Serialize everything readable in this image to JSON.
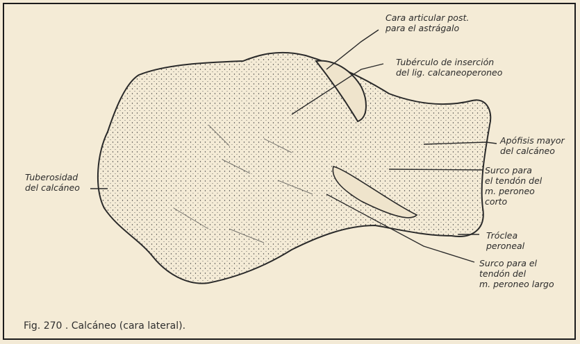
{
  "labels": {
    "cara_articular": [
      "Cara articular post.",
      "para el astrágalo"
    ],
    "tuberculo": [
      "Tubérculo de inserción",
      "del lig. calcaneoperoneo"
    ],
    "apofisis": [
      "Apófisis mayor",
      "del calcáneo"
    ],
    "tuberosidad": [
      "Tuberosidad",
      "del calcáneo"
    ],
    "surco_corto": [
      "Surco para",
      "el tendón del",
      "m. peroneo",
      "corto"
    ],
    "troclea": [
      "Tróclea",
      "peroneal"
    ],
    "surco_largo": [
      "Surco para el",
      "tendón del",
      "m. peroneo largo"
    ]
  },
  "caption": "Fig. 270 . Calcáneo (cara lateral).",
  "colors": {
    "paper": "#f4ebd6",
    "ink": "#2a2a2a",
    "border": "#1b1b1b"
  }
}
